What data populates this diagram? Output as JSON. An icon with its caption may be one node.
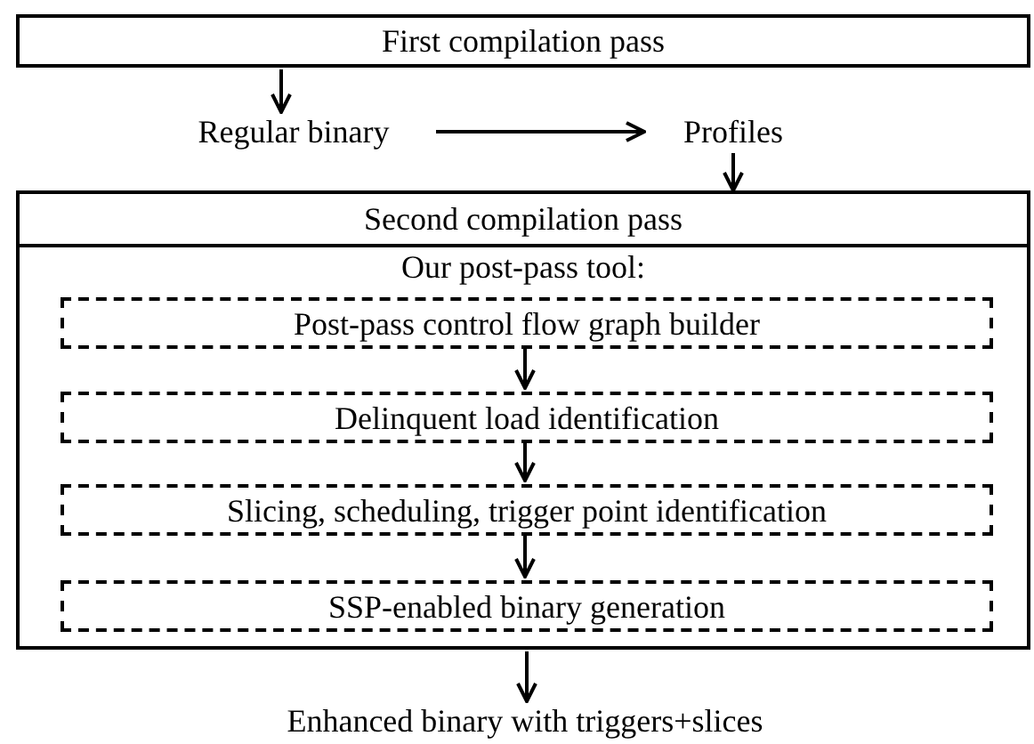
{
  "diagram": {
    "nodes": [
      {
        "text": [
          "First compilation pass"
        ]
      },
      {
        "text": [
          "Regular binary"
        ]
      },
      {
        "text": [
          "Profiles"
        ]
      },
      {
        "text": [
          "Second compilation pass",
          "Our post-pass tool:"
        ]
      },
      {
        "text": [
          "Post-pass control flow graph builder"
        ],
        "in": 3
      },
      {
        "text": [
          "Delinquent load identification"
        ],
        "in": 3
      },
      {
        "text": [
          "Slicing, scheduling, trigger point identification"
        ],
        "in": 3
      },
      {
        "text": [
          "SSP-enabled binary generation"
        ],
        "in": 3
      },
      {
        "text": [
          "Enhanced binary with triggers+slices"
        ]
      }
    ],
    "edges": [
      {
        "from": 0,
        "to": 1,
        "arrow": "to"
      },
      {
        "from": 1,
        "to": 2,
        "arrow": "to"
      },
      {
        "from": 2,
        "to": 3,
        "arrow": "to"
      },
      {
        "from": 4,
        "to": 5,
        "arrow": "to"
      },
      {
        "from": 5,
        "to": 6,
        "arrow": "to"
      },
      {
        "from": 6,
        "to": 7,
        "arrow": "to"
      },
      {
        "from": 3,
        "to": 8,
        "arrow": "to"
      }
    ]
  }
}
